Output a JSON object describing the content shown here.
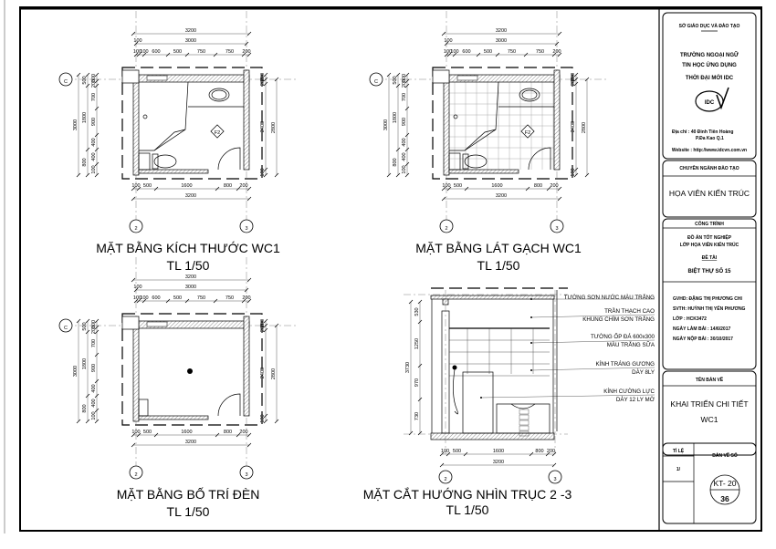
{
  "plans": [
    {
      "title": "MẶT BẰNG KÍCH THƯỚC WC1",
      "scale": "TL 1/50",
      "tags": [
        "F2"
      ]
    },
    {
      "title": "MẶT BẰNG LÁT GẠCH WC1",
      "scale": "TL 1/50",
      "tags": [
        "F2"
      ]
    },
    {
      "title": "MẶT BẰNG BỐ TRÍ ĐÈN",
      "scale": "TL 1/50",
      "tags": []
    }
  ],
  "dims": {
    "top_total": "3200",
    "top_inner": "3000",
    "top_lead": "100",
    "top_segments": [
      "100",
      "100",
      "600",
      "500",
      "750",
      "750",
      "200"
    ],
    "bottom_segments": [
      "100",
      "500",
      "1600",
      "800",
      "200"
    ],
    "bottom_total": "3200",
    "left_total": "3000",
    "left_mid": [
      "500",
      "1800",
      "800"
    ],
    "left_segments": [
      "300",
      "200",
      "700",
      "900",
      "400",
      "400",
      "100"
    ],
    "right_inner": [
      "200",
      "200",
      "2400",
      "100"
    ],
    "right_total": "2800"
  },
  "axes": {
    "left": "2",
    "right": "3",
    "row": "C"
  },
  "section": {
    "title": "MẶT CẮT HƯỚNG NHÌN TRỤC 2 -3",
    "scale": "TL 1/50",
    "left_total": "3730",
    "left_segments": [
      "530",
      "1250",
      "970",
      "730"
    ],
    "bottom_segments": [
      "100",
      "500",
      "1600",
      "800",
      "200"
    ],
    "bottom_total": "3200",
    "annotations": [
      [
        "TƯỜNG SƠN NƯỚC MÀU TRẮNG"
      ],
      [
        "TRẦN THẠCH CAO",
        "KHUNG CHÌM SƠN TRẮNG"
      ],
      [
        "TƯỜNG ỐP ĐÁ  600x300",
        "MÀU TRẮNG SỮA"
      ],
      [
        "KÍNH TRÁNG GƯƠNG",
        "DÀY 8LY"
      ],
      [
        "KÍNH CƯỜNG LỰC",
        "DÀY 12 LY MỜ"
      ]
    ]
  },
  "title_block": {
    "ministry": "SỞ GIÁO DỤC VÀ ĐÀO TẠO",
    "school_1": "TRƯỜNG NGOẠI NGỮ",
    "school_2": "TIN HỌC ỨNG DỤNG",
    "school_3": "THỜI ĐẠI MỚI IDC",
    "logo": "IDC",
    "address_1": "Địa chỉ  : 40 Đinh Tiên Hoàng",
    "address_2": "P.Đa Kao   Q.1",
    "website": "Website : http://www.idcvn.com.vn",
    "major_label": "CHUYÊN NGÀNH ĐÀO TẠO",
    "major": "HỌA VIÊN KIẾN TRÚC",
    "project_label": "CÔNG TRÌNH",
    "project_1": "ĐỒ ÁN TỐT NGHIỆP",
    "project_2": "LỚP HỌA VIÊN KIẾN TRÚC",
    "topic_label": "ĐỀ TÀI",
    "topic": "BIỆT THỰ SỐ 15",
    "instructor": "GVHD: ĐẶNG THỊ PHƯƠNG CHI",
    "student": "SVTH: HUỲNH THỊ YẾN PHƯƠNG",
    "class": "LỚP  : HCK3472",
    "date_start": "NGÀY LÀM BÀI : 14/6/2017",
    "date_submit": "NGÀY NỘP BÀI : 30/10/2017",
    "drawing_label": "TÊN BẢN VẼ",
    "drawing_1": "KHAI TRIỂN CHI TIẾT",
    "drawing_2": "WC1",
    "scale_label": "TỈ LỆ",
    "scale_value": "1/",
    "sheet_label": "BẢN VẼ SỐ",
    "sheet_code": "KT- 20",
    "sheet_number": "36"
  }
}
